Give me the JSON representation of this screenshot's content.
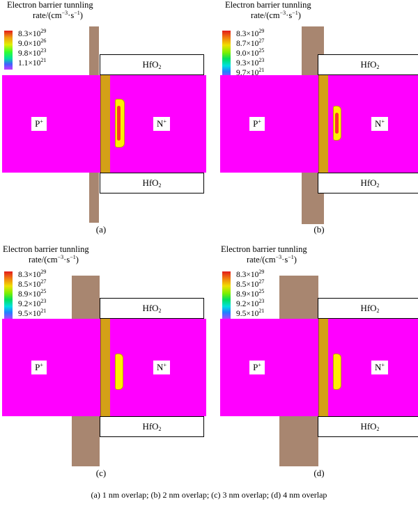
{
  "colors": {
    "p_region": "#ff00ff",
    "n_region": "#ff00ff",
    "gate_metal": "#a88670",
    "oxide_interface": "#d4a017",
    "tunnel_spot": "#ffee00",
    "tunnel_core": "#ff3030"
  },
  "panels": [
    {
      "id": "a",
      "title_line1": "Electron barrier tunnling",
      "title_line2": "rate/(cm",
      "title_line2_exp1": "−3",
      "title_line2_mid": "·s",
      "title_line2_exp2": "−1",
      "title_line2_end": ")",
      "legend": [
        {
          "mantissa": "8.3×10",
          "exponent": "29"
        },
        {
          "mantissa": "9.0×10",
          "exponent": "26"
        },
        {
          "mantissa": "9.8×10",
          "exponent": "23"
        },
        {
          "mantissa": "1.1×10",
          "exponent": "21"
        }
      ],
      "p_label": "P",
      "p_sup": "+",
      "n_label": "N",
      "n_sup": "+",
      "hfo2_top": "HfO",
      "hfo2_top_sub": "2",
      "hfo2_bottom": "HfO",
      "hfo2_bottom_sub": "2",
      "caption": "(a)",
      "overlap_nm": 1
    },
    {
      "id": "b",
      "title_line1": "Electron barrier tunnling",
      "title_line2": "rate/(cm",
      "title_line2_exp1": "−3",
      "title_line2_mid": "·s",
      "title_line2_exp2": "−1",
      "title_line2_end": ")",
      "legend": [
        {
          "mantissa": "8.3×10",
          "exponent": "29"
        },
        {
          "mantissa": "8.7×10",
          "exponent": "27"
        },
        {
          "mantissa": "9.0×10",
          "exponent": "25"
        },
        {
          "mantissa": "9.3×10",
          "exponent": "23"
        },
        {
          "mantissa": "9.7×10",
          "exponent": "21"
        }
      ],
      "p_label": "P",
      "p_sup": "+",
      "n_label": "N",
      "n_sup": "+",
      "hfo2_top": "HfO",
      "hfo2_top_sub": "2",
      "hfo2_bottom": "HfO",
      "hfo2_bottom_sub": "2",
      "caption": "(b)",
      "overlap_nm": 2
    },
    {
      "id": "c",
      "title_line1": "Electron barrier tunnling",
      "title_line2": "rate/(cm",
      "title_line2_exp1": "−3",
      "title_line2_mid": "·s",
      "title_line2_exp2": "−1",
      "title_line2_end": ")",
      "legend": [
        {
          "mantissa": "8.3×10",
          "exponent": "29"
        },
        {
          "mantissa": "8.5×10",
          "exponent": "27"
        },
        {
          "mantissa": "8.9×10",
          "exponent": "25"
        },
        {
          "mantissa": "9.2×10",
          "exponent": "23"
        },
        {
          "mantissa": "9.5×10",
          "exponent": "21"
        }
      ],
      "p_label": "P",
      "p_sup": "+",
      "n_label": "N",
      "n_sup": "+",
      "hfo2_top": "HfO",
      "hfo2_top_sub": "2",
      "hfo2_bottom": "HfO",
      "hfo2_bottom_sub": "2",
      "caption": "(c)",
      "overlap_nm": 3
    },
    {
      "id": "d",
      "title_line1": "Electron barrier tunnling",
      "title_line2": "rate/(cm",
      "title_line2_exp1": "−3",
      "title_line2_mid": "·s",
      "title_line2_exp2": "−1",
      "title_line2_end": ")",
      "legend": [
        {
          "mantissa": "8.3×10",
          "exponent": "29"
        },
        {
          "mantissa": "8.5×10",
          "exponent": "27"
        },
        {
          "mantissa": "8.9×10",
          "exponent": "25"
        },
        {
          "mantissa": "9.2×10",
          "exponent": "23"
        },
        {
          "mantissa": "9.5×10",
          "exponent": "21"
        }
      ],
      "p_label": "P",
      "p_sup": "+",
      "n_label": "N",
      "n_sup": "+",
      "hfo2_top": "HfO",
      "hfo2_top_sub": "2",
      "hfo2_bottom": "HfO",
      "hfo2_bottom_sub": "2",
      "caption": "(d)",
      "overlap_nm": 4
    }
  ],
  "footer": "(a) 1 nm overlap; (b) 2 nm overlap; (c) 3 nm overlap; (d) 4 nm overlap"
}
